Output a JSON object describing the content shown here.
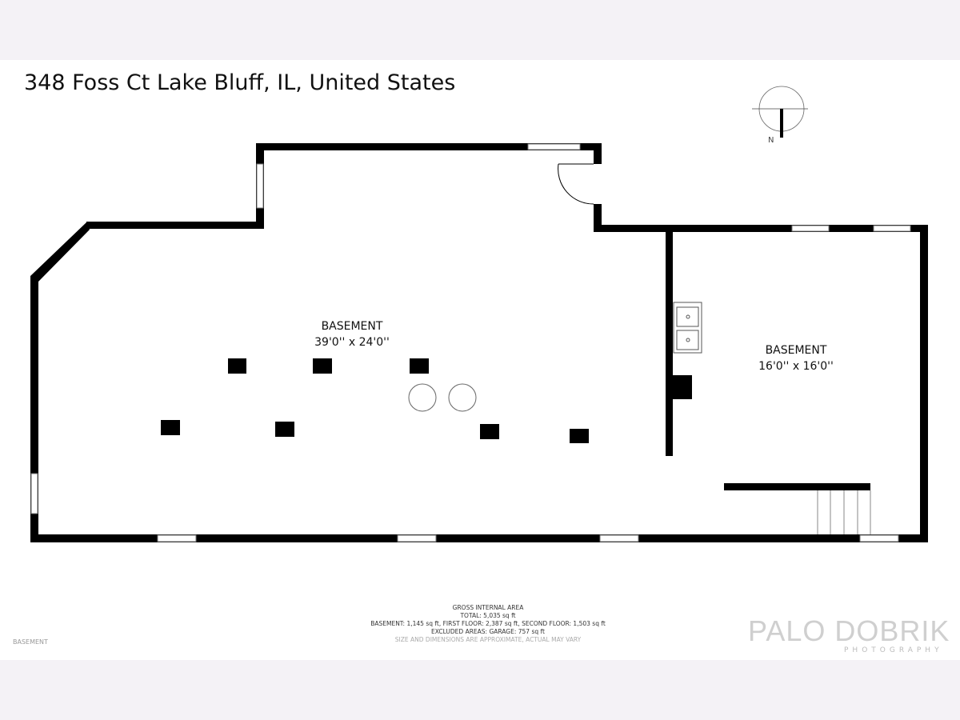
{
  "title": "348 Foss Ct Lake Bluff, IL, United States",
  "compass_label": "N",
  "rooms": [
    {
      "name": "BASEMENT",
      "dimensions": "39'0'' x 24'0''"
    },
    {
      "name": "BASEMENT",
      "dimensions": "16'0'' x 16'0''"
    }
  ],
  "area_summary": {
    "heading": "GROSS INTERNAL AREA",
    "total": "TOTAL: 5,035 sq ft",
    "floors": "BASEMENT: 1,145 sq ft, FIRST FLOOR: 2,387 sq ft, SECOND FLOOR: 1,503 sq ft",
    "excluded": "EXCLUDED AREAS: GARAGE: 757 sq ft",
    "disclaimer": "SIZE AND DIMENSIONS ARE APPROXIMATE, ACTUAL MAY VARY"
  },
  "floor_name": "BASEMENT",
  "logo": {
    "name": "PALO DOBRIK",
    "sub": "PHOTOGRAPHY"
  }
}
